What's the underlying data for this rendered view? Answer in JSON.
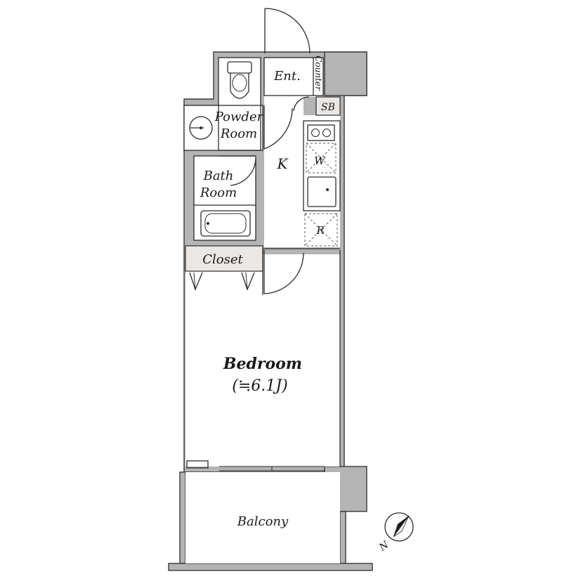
{
  "rooms": {
    "entrance": "Ent.",
    "counter": "Counter",
    "shoe_box": "SB",
    "powder_room_line1": "Powder",
    "powder_room_line2": "Room",
    "kitchen": "K",
    "bath_room_line1": "Bath",
    "bath_room_line2": "Room",
    "closet": "Closet",
    "bedroom": "Bedroom",
    "bedroom_size": "(≒6.1J)",
    "balcony": "Balcony"
  },
  "appliances": {
    "washer": "W",
    "refrigerator": "R"
  },
  "compass": {
    "label": "N"
  }
}
